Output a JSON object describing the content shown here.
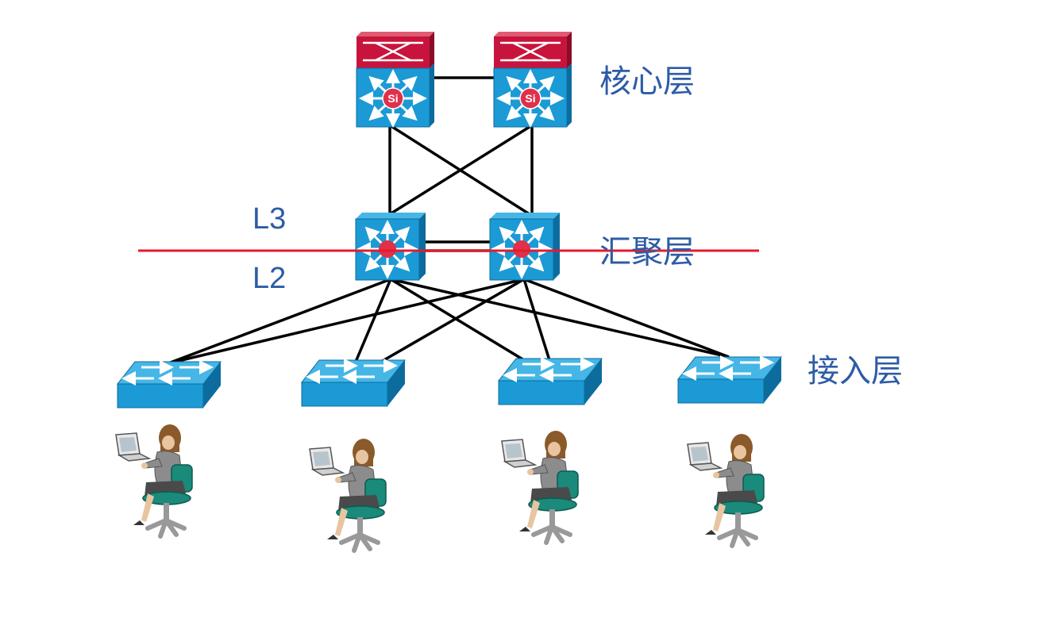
{
  "labels": {
    "core": "核心层",
    "distribution": "汇聚层",
    "access": "接入层",
    "l3": "L3",
    "l2": "L2",
    "si_left": "Si",
    "si_right": "Si"
  },
  "colors": {
    "label_blue": "#2d5ca6",
    "switch_blue": "#1b9ad6",
    "switch_top": "#45b6e6",
    "switch_side": "#0d6c9e",
    "core_red": "#c8143c",
    "boundary_red": "#e8192c",
    "hub_red": "#e0304a",
    "link": "#000000"
  },
  "icons": {
    "core_switch": "multilayer-switch-icon",
    "distribution_switch": "layer3-switch-icon",
    "access_switch": "workgroup-switch-icon",
    "user": "seated-user-with-laptop-icon"
  }
}
